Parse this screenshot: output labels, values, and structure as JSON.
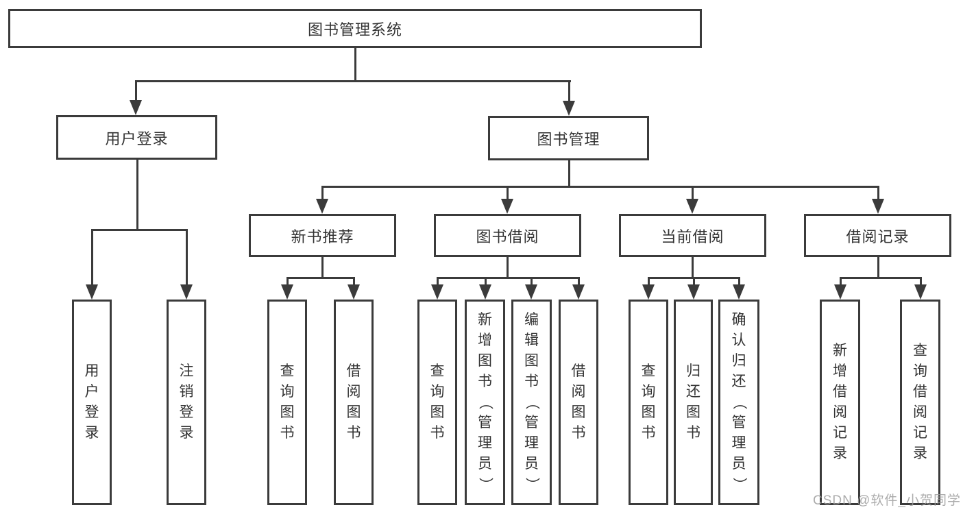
{
  "watermark": "CSDN @软件_小贺同学",
  "colors": {
    "line": "#3b3b3b",
    "text": "#333333",
    "box_bg": "#ffffff",
    "watermark": "#9e9e9e"
  },
  "tree": {
    "label": "图书管理系统",
    "children": [
      {
        "label": "用户登录",
        "children": [
          {
            "label": "用户登录"
          },
          {
            "label": "注销登录"
          }
        ]
      },
      {
        "label": "图书管理",
        "children": [
          {
            "label": "新书推荐",
            "children": [
              {
                "label": "查询图书"
              },
              {
                "label": "借阅图书"
              }
            ]
          },
          {
            "label": "图书借阅",
            "children": [
              {
                "label": "查询图书"
              },
              {
                "label": "新增图书（管理员）"
              },
              {
                "label": "编辑图书（管理员）"
              },
              {
                "label": "借阅图书"
              }
            ]
          },
          {
            "label": "当前借阅",
            "children": [
              {
                "label": "查询图书"
              },
              {
                "label": "归还图书"
              },
              {
                "label": "确认归还（管理员）"
              }
            ]
          },
          {
            "label": "借阅记录",
            "children": [
              {
                "label": "新增借阅记录"
              },
              {
                "label": "查询借阅记录"
              }
            ]
          }
        ]
      }
    ]
  }
}
